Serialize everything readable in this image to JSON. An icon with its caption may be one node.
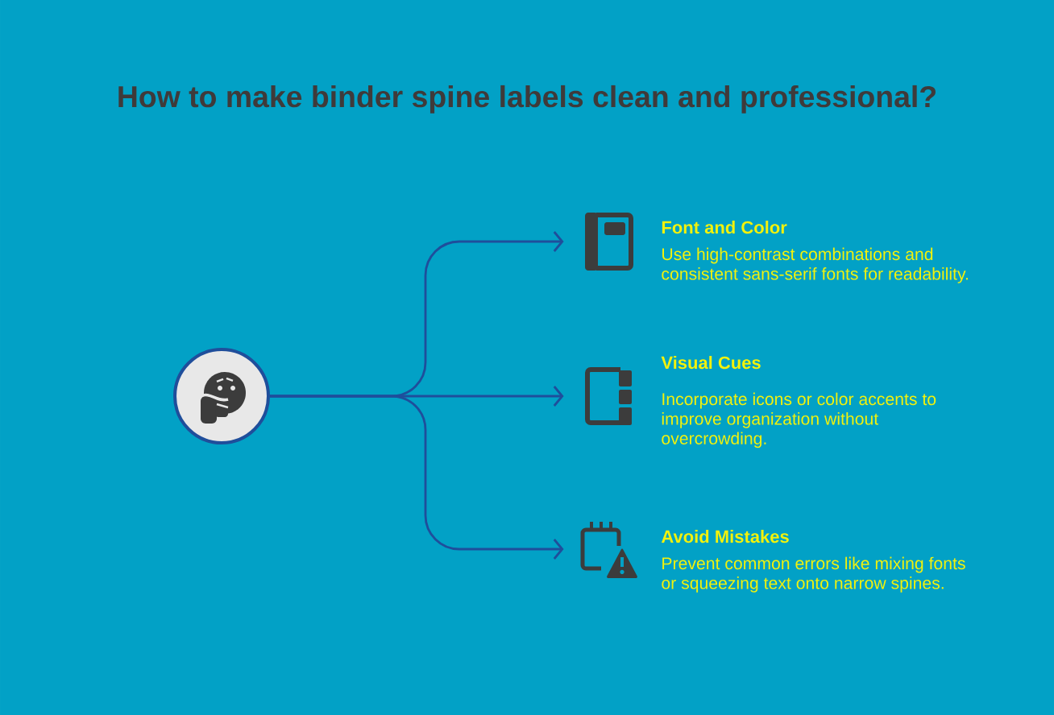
{
  "diagram": {
    "title": "How to make binder spine labels clean and professional?",
    "nodes": [
      {
        "text": [],
        "shape": "circle"
      },
      {
        "text": [],
        "shape": "picture",
        "beside": [
          "Font and Color",
          "Use high-contrast combinations and consistent sans-serif fonts for readability."
        ]
      },
      {
        "text": [],
        "shape": "picture",
        "beside": [
          "Visual Cues",
          "Incorporate icons or color accents to improve organization without overcrowding."
        ]
      },
      {
        "text": [],
        "shape": "picture",
        "beside": [
          "Avoid Mistakes",
          "Prevent common errors like mixing fonts or squeezing text onto narrow spines."
        ]
      }
    ],
    "edges": [
      {
        "from": 0,
        "to": 1,
        "arrow": "to"
      },
      {
        "from": 0,
        "to": 2,
        "arrow": "to"
      },
      {
        "from": 0,
        "to": 3,
        "arrow": "to"
      }
    ]
  }
}
